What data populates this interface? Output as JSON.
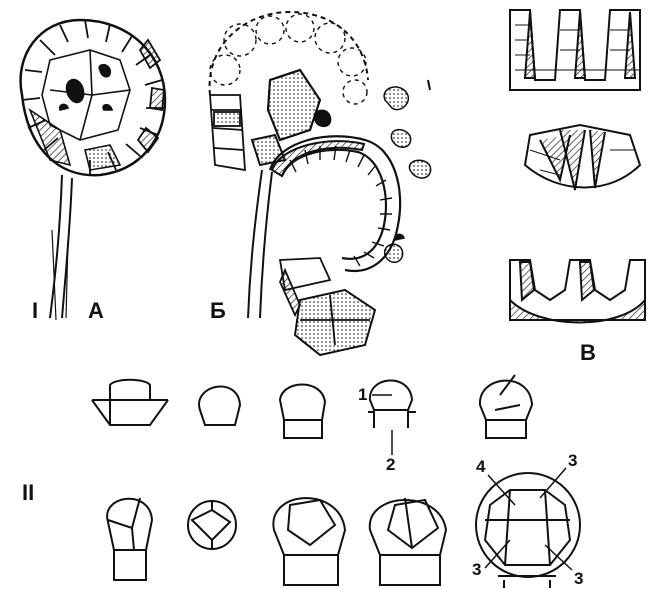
{
  "labels": {
    "section_1": "I",
    "section_2": "II",
    "panel_a": "А",
    "panel_b": "Б",
    "panel_v": "В",
    "num_1": "1",
    "num_2": "2",
    "num_3a": "3",
    "num_3b": "3",
    "num_3c": "3",
    "num_4": "4"
  },
  "colors": {
    "ink": "#111111",
    "paper": "#ffffff"
  }
}
